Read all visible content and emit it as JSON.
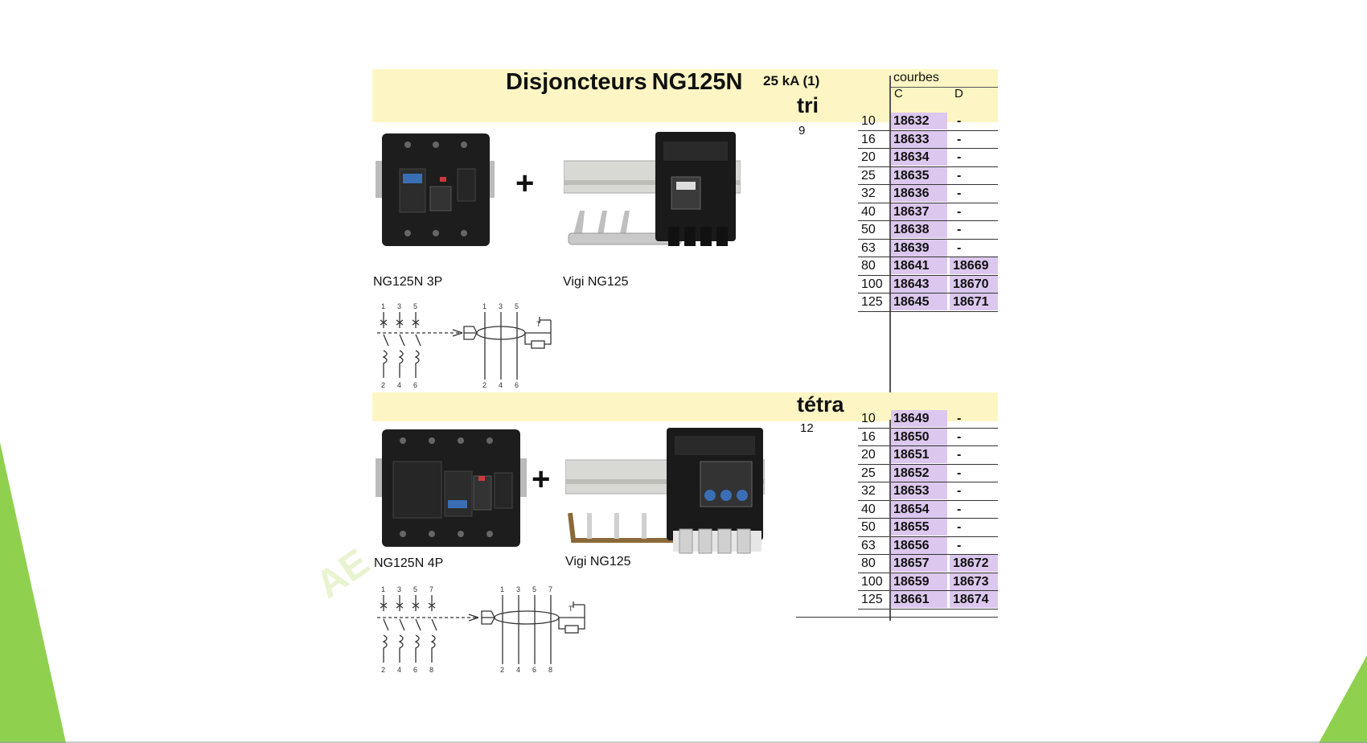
{
  "doc": {
    "title": "Disjoncteurs",
    "model": "NG125N",
    "rating": "25 kA (1)",
    "curves_label": "courbes",
    "col_c": "C",
    "col_d": "D",
    "watermark": "AE",
    "accent_color": "#8fd14f"
  },
  "sections": [
    {
      "title": "tri",
      "poles": "9",
      "breaker_caption": "NG125N 3P",
      "vigi_caption": "Vigi NG125",
      "plus": "+",
      "rows": [
        {
          "amp": "10",
          "c": "18632",
          "d": "-"
        },
        {
          "amp": "16",
          "c": "18633",
          "d": "-"
        },
        {
          "amp": "20",
          "c": "18634",
          "d": "-"
        },
        {
          "amp": "25",
          "c": "18635",
          "d": "-"
        },
        {
          "amp": "32",
          "c": "18636",
          "d": "-"
        },
        {
          "amp": "40",
          "c": "18637",
          "d": "-"
        },
        {
          "amp": "50",
          "c": "18638",
          "d": "-"
        },
        {
          "amp": "63",
          "c": "18639",
          "d": "-"
        },
        {
          "amp": "80",
          "c": "18641",
          "d": "18669"
        },
        {
          "amp": "100",
          "c": "18643",
          "d": "18670"
        },
        {
          "amp": "125",
          "c": "18645",
          "d": "18671"
        }
      ]
    },
    {
      "title": "tétra",
      "poles": "12",
      "breaker_caption": "NG125N 4P",
      "vigi_caption": "Vigi NG125",
      "plus": "+",
      "rows": [
        {
          "amp": "10",
          "c": "18649",
          "d": "-"
        },
        {
          "amp": "16",
          "c": "18650",
          "d": "-"
        },
        {
          "amp": "20",
          "c": "18651",
          "d": "-"
        },
        {
          "amp": "25",
          "c": "18652",
          "d": "-"
        },
        {
          "amp": "32",
          "c": "18653",
          "d": "-"
        },
        {
          "amp": "40",
          "c": "18654",
          "d": "-"
        },
        {
          "amp": "50",
          "c": "18655",
          "d": "-"
        },
        {
          "amp": "63",
          "c": "18656",
          "d": "-"
        },
        {
          "amp": "80",
          "c": "18657",
          "d": "18672"
        },
        {
          "amp": "100",
          "c": "18659",
          "d": "18673"
        },
        {
          "amp": "125",
          "c": "18661",
          "d": "18674"
        }
      ]
    }
  ],
  "diagrams": {
    "tri_top": [
      "1",
      "3",
      "5"
    ],
    "tri_bottom": [
      "2",
      "4",
      "6"
    ],
    "tetra_top": [
      "1",
      "3",
      "5",
      "7"
    ],
    "tetra_bottom": [
      "2",
      "4",
      "6",
      "8"
    ],
    "test_label": "T"
  }
}
